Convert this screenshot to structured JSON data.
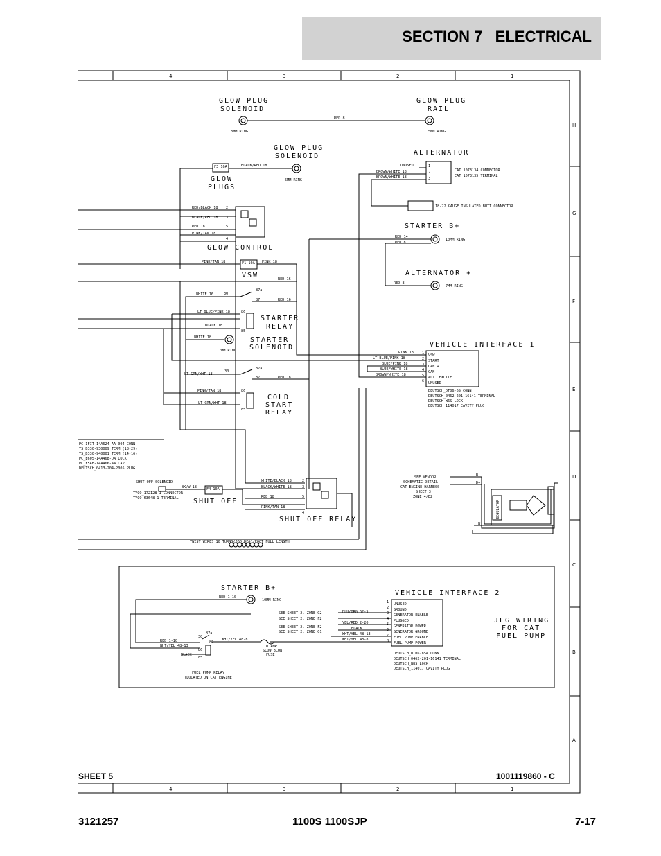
{
  "header": {
    "section_title": "SECTION 7   ELECTRICAL"
  },
  "footer": {
    "doc_number": "3121257",
    "models": "1100S 1100SJP",
    "page": "7-17"
  },
  "drawing": {
    "sheet": "SHEET 5",
    "part_number": "1001119860 - C"
  },
  "frame": {
    "col_ticks_top": [
      "4",
      "3",
      "2",
      "1"
    ],
    "col_ticks_bottom": [
      "4",
      "3",
      "2",
      "1"
    ],
    "row_ticks": [
      "H",
      "G",
      "F",
      "E",
      "D",
      "C",
      "B",
      "A"
    ]
  },
  "labels": {
    "glow_plug_solenoid_1": [
      "GLOW PLUG",
      "SOLENOID"
    ],
    "glow_plug_rail": [
      "GLOW PLUG",
      "RAIL"
    ],
    "ring_8mm": "8MM RING",
    "ring_5mm_a": "5MM RING",
    "red_8_top": "RED 8",
    "glow_plug_solenoid_2": [
      "GLOW PLUG",
      "SOLENOID"
    ],
    "ring_5mm_b": "5MM RING",
    "alternator": "ALTERNATOR",
    "glow_plugs": [
      "GLOW",
      "PLUGS"
    ],
    "black_red_18": "BLACK/RED 18",
    "f3": "F3 10A",
    "alt_wires": [
      "UNUSED",
      "BROWN/WHITE 18",
      "BROWN/WHITE 18"
    ],
    "alt_pins": [
      "1",
      "2",
      "3"
    ],
    "cat_conn": "CAT 1073134 CONNECTOR",
    "cat_term": "CAT 1073135 TERMINAL",
    "butt_connector": "18-22 GAUGE INSULATED BUTT CONNECTOR",
    "gc_wires": [
      "RED/BLACK 18",
      "BLACK/RED 18",
      "RED 18",
      "PINK/TAN 18"
    ],
    "gc_pins": [
      "2",
      "3",
      "5",
      "4"
    ],
    "glow_control": "GLOW CONTROL",
    "starter_b_plus": "STARTER B+",
    "starter_wires": [
      "RED 14",
      "RED 8"
    ],
    "ring_10mm": "10MM RING",
    "alternator_plus": "ALTERNATOR +",
    "red_8_alt": "RED 8",
    "ring_7mm_a": "7MM RING",
    "pink_tan_18": "PINK/TAN 18",
    "f1": "F1 10A",
    "pink_18": "PINK 18",
    "vsw": "VSW",
    "red_16_a": "RED 16",
    "relay_white_16": "WHITE 16",
    "relay_pins_top": [
      "30",
      "87a",
      "87"
    ],
    "red_16_b": "RED 16",
    "lt_blue_pink": "LT BLUE/PINK 18",
    "black_18": "BLACK 18",
    "relay_pins_coil": [
      "86",
      "85"
    ],
    "starter_relay": [
      "STARTER",
      "RELAY"
    ],
    "white_18": "WHITE 18",
    "starter_solenoid": [
      "STARTER",
      "SOLENOID"
    ],
    "ring_7mm_b": "7MM RING",
    "lt_grn_wht_18": "LT GRN/WHT 18",
    "relay2_pins": [
      "30",
      "87a",
      "87"
    ],
    "red_18_cs": "RED 18",
    "pink_tan_18_cs": "PINK/TAN 18",
    "lt_grn_wht_18_b": "LT GRN/WHT 18",
    "relay2_coil": [
      "86",
      "85"
    ],
    "cold_start_relay": [
      "COLD",
      "START",
      "RELAY"
    ],
    "vi1_title": "VEHICLE INTERFACE 1",
    "vi1_wires": [
      "PINK 18",
      "LT BLUE/PINK 18",
      "BLUE/PINK 18",
      "BLUE/WHITE 18",
      "BROWN/WHITE 18"
    ],
    "vi1_pins": [
      "1",
      "2",
      "3",
      "4",
      "5",
      "6"
    ],
    "vi1_signals": [
      "VSW",
      "START",
      "CAN +",
      "CAN -",
      "ALT. EXCITE",
      "UNUSED"
    ],
    "vi1_parts": [
      "DEUTSCH_DT06-6S CONN",
      "DEUTSCH_0462-201-16141 TERMINAL",
      "DEUTSCH_W6S LOCK",
      "DEUTSCH_114017 CAVITY PLUG"
    ],
    "pc_parts": [
      "PC_IFIT-14A624-AA-004 CONN",
      "TS_D330-930009 TERM (18-29)",
      "TS_D330-940001 TERM (14-16)",
      "PC_E605-14A468-DA LOCK",
      "PC_F5AB-14A466-AA CAP",
      "DEUTSCH_0413-204-2005 PLUG"
    ],
    "see_vendor": [
      "SEE VENDOR",
      "SCHEMATIC DETAIL",
      "CAT ENGINE HARNESS",
      "SHEET 3",
      "ZONE 4/E2"
    ],
    "regulator": "REGULATOR",
    "b_plus_small": "B+",
    "d_plus": "D+",
    "w_small": "W",
    "shut_off_solenoid": "SHUT OFF SOLENOID",
    "shutoff_conn": [
      "TYCO_172128-1 CONNECTOR",
      "TYCO_63648-1 TERMINAL"
    ],
    "bk_w_18": "BK/W 18",
    "f4": "F4 10A",
    "shut_off": "SHUT OFF",
    "so_wires": [
      "WHITE/BLACK 18",
      "BLACK/WHITE 18",
      "RED 18",
      "PINK/TAN 18"
    ],
    "so_pins": [
      "2",
      "3",
      "5",
      "4"
    ],
    "shut_off_relay": "SHUT OFF RELAY",
    "twist_wires": "TWIST WIRES 10 TURNS(360 DEG)/FOOT FULL LENGTH",
    "starter_b_plus_2": "STARTER B+",
    "red_1_10": "RED 1-10",
    "ring_10mm_2": "10MM RING",
    "vi2_title": "VEHICLE INTERFACE 2",
    "see_sheet": [
      "SEE SHEET 2, ZONE G2",
      "SEE SHEET 2, ZONE F2",
      "SEE SHEET 2, ZONE F2",
      "SEE SHEET 2, ZONE G1"
    ],
    "vi2_wires": [
      "BLU/ORG 52-5",
      "YEL/RED 2-20",
      "BLACK",
      "WHT/YEL 48-13",
      "WHT/YEL 48-8"
    ],
    "vi2_pins": [
      "1",
      "2",
      "3",
      "4",
      "5",
      "6",
      "7",
      "8"
    ],
    "vi2_signals": [
      "UNUSED",
      "GROUND",
      "GENERATOR ENABLE",
      "PLUGGED",
      "GENERATOR POWER",
      "GENERATOR GROUND",
      "FUEL PUMP ENABLE",
      "FUEL PUMP POWER"
    ],
    "vi2_parts": [
      "DEUTSCH_DT06-8SA CONN",
      "DEUTSCH_0462-201-16141 TERMINAL",
      "DEUTSCH_W8S LOCK",
      "DEUTSCH_114017 CAVITY PLUG"
    ],
    "fp_wires": [
      "RED 1-10",
      "WHT/YEL 48-13",
      "BLACK"
    ],
    "fp_relay_pins": [
      "30",
      "87a",
      "87",
      "86",
      "85"
    ],
    "wht_yel_48_8": "WHT/YEL 48-8",
    "fuse_10a": [
      "10 AMP",
      "SLOW BLOW",
      "FUSE"
    ],
    "fuel_pump_relay": [
      "FUEL PUMP RELAY",
      "(LOCATED ON CAT ENGINE)"
    ],
    "jlg_wiring": [
      "JLG WIRING",
      "FOR CAT",
      "FUEL PUMP"
    ]
  }
}
